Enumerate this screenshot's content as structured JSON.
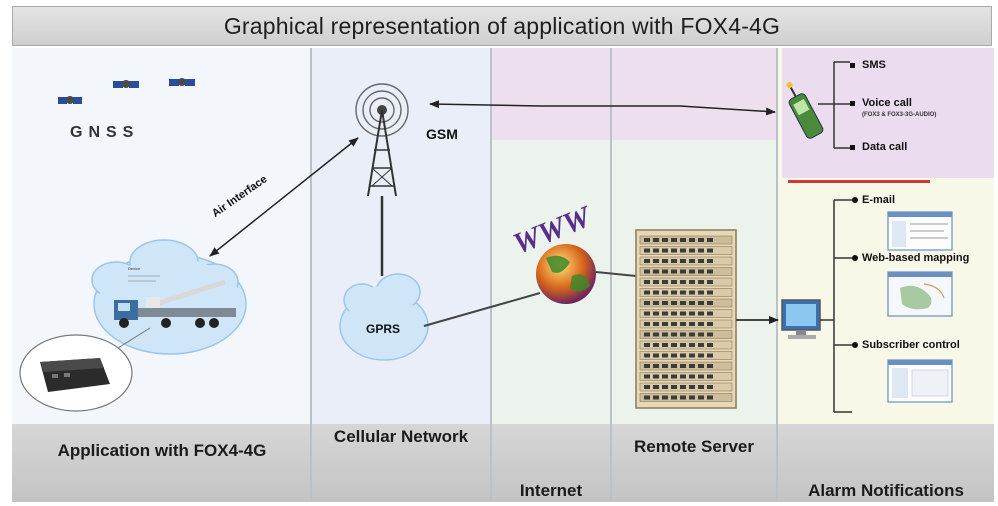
{
  "title": "Graphical representation of application with FOX4-4G",
  "diagram": {
    "gnss_label": "GNSS",
    "air_interface_label": "Air Interface",
    "gsm_label": "GSM",
    "gprs_label": "GPRS",
    "www_label": "WWW",
    "zones": {
      "application": "Application with FOX4-4G",
      "cellular": "Cellular Network",
      "internet": "Internet",
      "remote_server": "Remote Server",
      "alarm": "Alarm Notifications"
    },
    "gsm_notifications": [
      {
        "label": "SMS"
      },
      {
        "label": "Voice call",
        "note": "(FOX3 & FOX3-3G-AUDIO)"
      },
      {
        "label": "Data call"
      }
    ],
    "server_notifications": [
      {
        "label": "E-mail"
      },
      {
        "label": "Web-based mapping"
      },
      {
        "label": "Subscriber control"
      }
    ]
  },
  "colors": {
    "sky_cloud": "#cfe6f8",
    "network_link": "#4a4a4a",
    "alert_line": "#d23838"
  }
}
